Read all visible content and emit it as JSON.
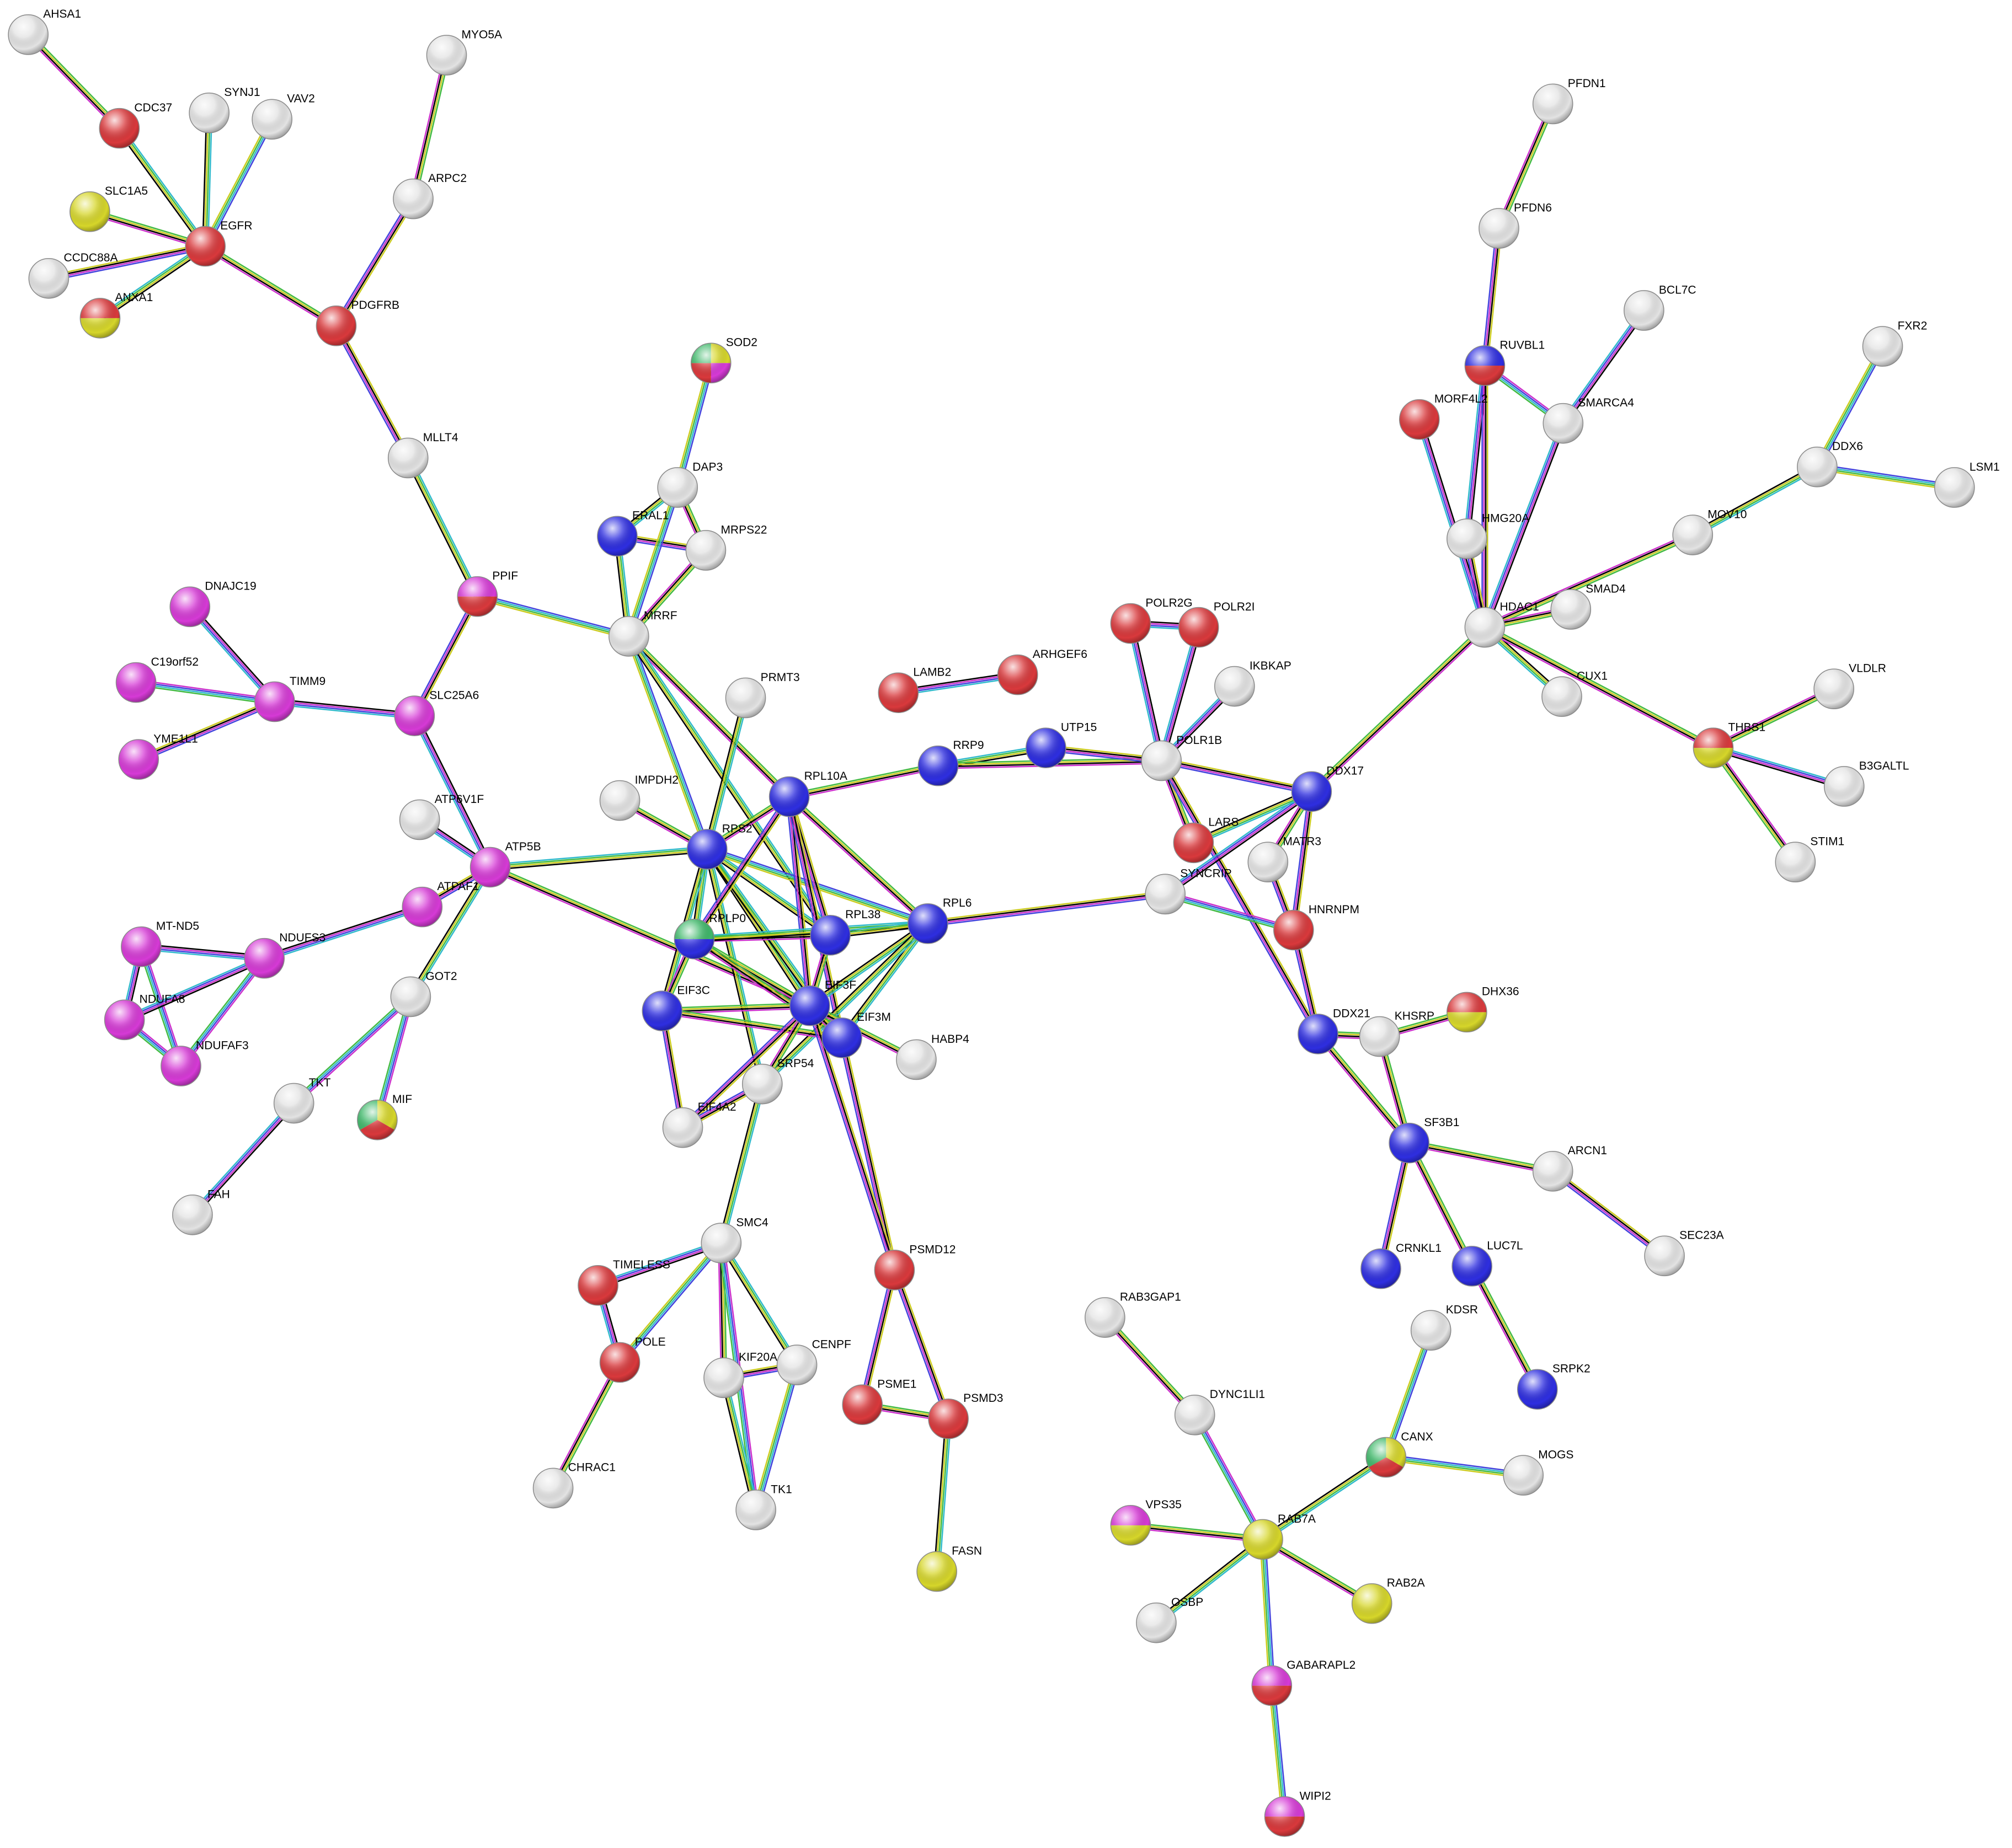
{
  "colors": {
    "red": "#d9393c",
    "blue": "#2e2ee0",
    "magenta": "#d63ad6",
    "yellow": "#d6d62a",
    "green": "#3fb86a",
    "white": "#e3e3e3"
  },
  "edge_colors": [
    "#000000",
    "#cc33cc",
    "#4444dd",
    "#33bbcc",
    "#44bb44",
    "#cccc22"
  ],
  "nodes": [
    {
      "id": "AHSA1",
      "label": "AHSA1",
      "colors": [
        "white"
      ]
    },
    {
      "id": "CDC37",
      "label": "CDC37",
      "colors": [
        "red"
      ]
    },
    {
      "id": "SYNJ1",
      "label": "SYNJ1",
      "colors": [
        "white"
      ]
    },
    {
      "id": "VAV2",
      "label": "VAV2",
      "colors": [
        "white"
      ]
    },
    {
      "id": "MYO5A",
      "label": "MYO5A",
      "colors": [
        "white"
      ]
    },
    {
      "id": "SLC1A5",
      "label": "SLC1A5",
      "colors": [
        "yellow"
      ]
    },
    {
      "id": "EGFR",
      "label": "EGFR",
      "colors": [
        "red"
      ]
    },
    {
      "id": "CCDC88A",
      "label": "CCDC88A",
      "colors": [
        "white"
      ]
    },
    {
      "id": "ANXA1",
      "label": "ANXA1",
      "colors": [
        "yellow",
        "red"
      ]
    },
    {
      "id": "ARPC2",
      "label": "ARPC2",
      "colors": [
        "white"
      ]
    },
    {
      "id": "PDGFRB",
      "label": "PDGFRB",
      "colors": [
        "red"
      ]
    },
    {
      "id": "MLLT4",
      "label": "MLLT4",
      "colors": [
        "white"
      ]
    },
    {
      "id": "SOD2",
      "label": "SOD2",
      "colors": [
        "yellow",
        "magenta",
        "red",
        "green"
      ]
    },
    {
      "id": "DAP3",
      "label": "DAP3",
      "colors": [
        "white"
      ]
    },
    {
      "id": "ERAL1",
      "label": "ERAL1",
      "colors": [
        "blue"
      ]
    },
    {
      "id": "MRPS22",
      "label": "MRPS22",
      "colors": [
        "white"
      ]
    },
    {
      "id": "PPIF",
      "label": "PPIF",
      "colors": [
        "red",
        "magenta"
      ]
    },
    {
      "id": "MRRF",
      "label": "MRRF",
      "colors": [
        "white"
      ]
    },
    {
      "id": "DNAJC19",
      "label": "DNAJC19",
      "colors": [
        "magenta"
      ]
    },
    {
      "id": "C19orf52",
      "label": "C19orf52",
      "colors": [
        "magenta"
      ]
    },
    {
      "id": "TIMM9",
      "label": "TIMM9",
      "colors": [
        "magenta"
      ]
    },
    {
      "id": "SLC25A6",
      "label": "SLC25A6",
      "colors": [
        "magenta"
      ]
    },
    {
      "id": "YME1L1",
      "label": "YME1L1",
      "colors": [
        "magenta"
      ]
    },
    {
      "id": "PRMT3",
      "label": "PRMT3",
      "colors": [
        "white"
      ]
    },
    {
      "id": "LAMB2",
      "label": "LAMB2",
      "colors": [
        "red"
      ]
    },
    {
      "id": "ARHGEF6",
      "label": "ARHGEF6",
      "colors": [
        "red"
      ]
    },
    {
      "id": "POLR2G",
      "label": "POLR2G",
      "colors": [
        "red"
      ]
    },
    {
      "id": "POLR2I",
      "label": "POLR2I",
      "colors": [
        "red"
      ]
    },
    {
      "id": "IKBKAP",
      "label": "IKBKAP",
      "colors": [
        "white"
      ]
    },
    {
      "id": "UTP15",
      "label": "UTP15",
      "colors": [
        "blue"
      ]
    },
    {
      "id": "RRP9",
      "label": "RRP9",
      "colors": [
        "blue"
      ]
    },
    {
      "id": "POLR1B",
      "label": "POLR1B",
      "colors": [
        "white"
      ]
    },
    {
      "id": "IMPDH2",
      "label": "IMPDH2",
      "colors": [
        "white"
      ]
    },
    {
      "id": "RPL10A",
      "label": "RPL10A",
      "colors": [
        "blue"
      ]
    },
    {
      "id": "ATP6V1F",
      "label": "ATP6V1F",
      "colors": [
        "white"
      ]
    },
    {
      "id": "RPS2",
      "label": "RPS2",
      "colors": [
        "blue"
      ]
    },
    {
      "id": "ATP5B",
      "label": "ATP5B",
      "colors": [
        "magenta"
      ]
    },
    {
      "id": "ATPAF1",
      "label": "ATPAF1",
      "colors": [
        "magenta"
      ]
    },
    {
      "id": "MT-ND5",
      "label": "MT-ND5",
      "colors": [
        "magenta"
      ]
    },
    {
      "id": "NDUFS3",
      "label": "NDUFS3",
      "colors": [
        "magenta"
      ]
    },
    {
      "id": "NDUFA8",
      "label": "NDUFA8",
      "colors": [
        "magenta"
      ]
    },
    {
      "id": "NDUFAF3",
      "label": "NDUFAF3",
      "colors": [
        "magenta"
      ]
    },
    {
      "id": "RPLP0",
      "label": "RPLP0",
      "colors": [
        "blue",
        "green"
      ]
    },
    {
      "id": "RPL38",
      "label": "RPL38",
      "colors": [
        "blue"
      ]
    },
    {
      "id": "RPL6",
      "label": "RPL6",
      "colors": [
        "blue"
      ]
    },
    {
      "id": "EIF3C",
      "label": "EIF3C",
      "colors": [
        "blue"
      ]
    },
    {
      "id": "EIF3F",
      "label": "EIF3F",
      "colors": [
        "blue"
      ]
    },
    {
      "id": "EIF3M",
      "label": "EIF3M",
      "colors": [
        "blue"
      ]
    },
    {
      "id": "HABP4",
      "label": "HABP4",
      "colors": [
        "white"
      ]
    },
    {
      "id": "GOT2",
      "label": "GOT2",
      "colors": [
        "white"
      ]
    },
    {
      "id": "SRP54",
      "label": "SRP54",
      "colors": [
        "white"
      ]
    },
    {
      "id": "EIF4A2",
      "label": "EIF4A2",
      "colors": [
        "white"
      ]
    },
    {
      "id": "TKT",
      "label": "TKT",
      "colors": [
        "white"
      ]
    },
    {
      "id": "MIF",
      "label": "MIF",
      "colors": [
        "yellow",
        "red",
        "green"
      ]
    },
    {
      "id": "FAH",
      "label": "FAH",
      "colors": [
        "white"
      ]
    },
    {
      "id": "SMC4",
      "label": "SMC4",
      "colors": [
        "white"
      ]
    },
    {
      "id": "TIMELESS",
      "label": "TIMELESS",
      "colors": [
        "red"
      ]
    },
    {
      "id": "PSMD12",
      "label": "PSMD12",
      "colors": [
        "red"
      ]
    },
    {
      "id": "POLE",
      "label": "POLE",
      "colors": [
        "red"
      ]
    },
    {
      "id": "KIF20A",
      "label": "KIF20A",
      "colors": [
        "white"
      ]
    },
    {
      "id": "CENPF",
      "label": "CENPF",
      "colors": [
        "white"
      ]
    },
    {
      "id": "PSME1",
      "label": "PSME1",
      "colors": [
        "red"
      ]
    },
    {
      "id": "PSMD3",
      "label": "PSMD3",
      "colors": [
        "red"
      ]
    },
    {
      "id": "CHRAC1",
      "label": "CHRAC1",
      "colors": [
        "white"
      ]
    },
    {
      "id": "TK1",
      "label": "TK1",
      "colors": [
        "white"
      ]
    },
    {
      "id": "FASN",
      "label": "FASN",
      "colors": [
        "yellow"
      ]
    },
    {
      "id": "PFDN1",
      "label": "PFDN1",
      "colors": [
        "white"
      ]
    },
    {
      "id": "PFDN6",
      "label": "PFDN6",
      "colors": [
        "white"
      ]
    },
    {
      "id": "BCL7C",
      "label": "BCL7C",
      "colors": [
        "white"
      ]
    },
    {
      "id": "RUVBL1",
      "label": "RUVBL1",
      "colors": [
        "red",
        "blue"
      ]
    },
    {
      "id": "MORF4L2",
      "label": "MORF4L2",
      "colors": [
        "red"
      ]
    },
    {
      "id": "SMARCA4",
      "label": "SMARCA4",
      "colors": [
        "white"
      ]
    },
    {
      "id": "FXR2",
      "label": "FXR2",
      "colors": [
        "white"
      ]
    },
    {
      "id": "DDX6",
      "label": "DDX6",
      "colors": [
        "white"
      ]
    },
    {
      "id": "LSM1",
      "label": "LSM1",
      "colors": [
        "white"
      ]
    },
    {
      "id": "MOV10",
      "label": "MOV10",
      "colors": [
        "white"
      ]
    },
    {
      "id": "HMG20A",
      "label": "HMG20A",
      "colors": [
        "white"
      ]
    },
    {
      "id": "HDAC1",
      "label": "HDAC1",
      "colors": [
        "white"
      ]
    },
    {
      "id": "SMAD4",
      "label": "SMAD4",
      "colors": [
        "white"
      ]
    },
    {
      "id": "CUX1",
      "label": "CUX1",
      "colors": [
        "white"
      ]
    },
    {
      "id": "VLDLR",
      "label": "VLDLR",
      "colors": [
        "white"
      ]
    },
    {
      "id": "THBS1",
      "label": "THBS1",
      "colors": [
        "yellow",
        "red"
      ]
    },
    {
      "id": "B3GALTL",
      "label": "B3GALTL",
      "colors": [
        "white"
      ]
    },
    {
      "id": "STIM1",
      "label": "STIM1",
      "colors": [
        "white"
      ]
    },
    {
      "id": "DDX17",
      "label": "DDX17",
      "colors": [
        "blue"
      ]
    },
    {
      "id": "LARS",
      "label": "LARS",
      "colors": [
        "red"
      ]
    },
    {
      "id": "MATR3",
      "label": "MATR3",
      "colors": [
        "white"
      ]
    },
    {
      "id": "SYNCRIP",
      "label": "SYNCRIP",
      "colors": [
        "white"
      ]
    },
    {
      "id": "HNRNPM",
      "label": "HNRNPM",
      "colors": [
        "red"
      ]
    },
    {
      "id": "DDX21",
      "label": "DDX21",
      "colors": [
        "blue"
      ]
    },
    {
      "id": "KHSRP",
      "label": "KHSRP",
      "colors": [
        "white"
      ]
    },
    {
      "id": "DHX36",
      "label": "DHX36",
      "colors": [
        "yellow",
        "red"
      ]
    },
    {
      "id": "SF3B1",
      "label": "SF3B1",
      "colors": [
        "blue"
      ]
    },
    {
      "id": "ARCN1",
      "label": "ARCN1",
      "colors": [
        "white"
      ]
    },
    {
      "id": "SEC23A",
      "label": "SEC23A",
      "colors": [
        "white"
      ]
    },
    {
      "id": "CRNKL1",
      "label": "CRNKL1",
      "colors": [
        "blue"
      ]
    },
    {
      "id": "LUC7L",
      "label": "LUC7L",
      "colors": [
        "blue"
      ]
    },
    {
      "id": "SRPK2",
      "label": "SRPK2",
      "colors": [
        "blue"
      ]
    },
    {
      "id": "RAB3GAP1",
      "label": "RAB3GAP1",
      "colors": [
        "white"
      ]
    },
    {
      "id": "KDSR",
      "label": "KDSR",
      "colors": [
        "white"
      ]
    },
    {
      "id": "DYNC1LI1",
      "label": "DYNC1LI1",
      "colors": [
        "white"
      ]
    },
    {
      "id": "CANX",
      "label": "CANX",
      "colors": [
        "yellow",
        "red",
        "green"
      ]
    },
    {
      "id": "MOGS",
      "label": "MOGS",
      "colors": [
        "white"
      ]
    },
    {
      "id": "VPS35",
      "label": "VPS35",
      "colors": [
        "yellow",
        "magenta"
      ]
    },
    {
      "id": "RAB7A",
      "label": "RAB7A",
      "colors": [
        "yellow"
      ]
    },
    {
      "id": "RAB2A",
      "label": "RAB2A",
      "colors": [
        "yellow"
      ]
    },
    {
      "id": "OSBP",
      "label": "OSBP",
      "colors": [
        "white"
      ]
    },
    {
      "id": "GABARAPL2",
      "label": "GABARAPL2",
      "colors": [
        "red",
        "magenta"
      ]
    },
    {
      "id": "WIPI2",
      "label": "WIPI2",
      "colors": [
        "red",
        "magenta"
      ]
    }
  ],
  "edges": [
    [
      "AHSA1",
      "CDC37"
    ],
    [
      "CDC37",
      "EGFR"
    ],
    [
      "SYNJ1",
      "EGFR"
    ],
    [
      "VAV2",
      "EGFR"
    ],
    [
      "SLC1A5",
      "EGFR"
    ],
    [
      "CCDC88A",
      "EGFR"
    ],
    [
      "ANXA1",
      "EGFR"
    ],
    [
      "EGFR",
      "PDGFRB"
    ],
    [
      "MYO5A",
      "ARPC2"
    ],
    [
      "ARPC2",
      "PDGFRB"
    ],
    [
      "PDGFRB",
      "MLLT4"
    ],
    [
      "MLLT4",
      "PPIF"
    ],
    [
      "SOD2",
      "DAP3"
    ],
    [
      "DAP3",
      "ERAL1"
    ],
    [
      "DAP3",
      "MRPS22"
    ],
    [
      "ERAL1",
      "MRPS22"
    ],
    [
      "DAP3",
      "MRRF"
    ],
    [
      "ERAL1",
      "MRRF"
    ],
    [
      "MRPS22",
      "MRRF"
    ],
    [
      "PPIF",
      "MRRF"
    ],
    [
      "PPIF",
      "SLC25A6"
    ],
    [
      "DNAJC19",
      "TIMM9"
    ],
    [
      "C19orf52",
      "TIMM9"
    ],
    [
      "YME1L1",
      "TIMM9"
    ],
    [
      "TIMM9",
      "SLC25A6"
    ],
    [
      "SLC25A6",
      "ATP5B"
    ],
    [
      "ATP6V1F",
      "ATP5B"
    ],
    [
      "ATPAF1",
      "ATP5B"
    ],
    [
      "ATP5B",
      "GOT2"
    ],
    [
      "ATP5B",
      "RPS2"
    ],
    [
      "ATP5B",
      "EIF3F"
    ],
    [
      "MRRF",
      "RPS2"
    ],
    [
      "MRRF",
      "RPL10A"
    ],
    [
      "MRRF",
      "RPL38"
    ],
    [
      "PRMT3",
      "RPS2"
    ],
    [
      "IMPDH2",
      "RPS2"
    ],
    [
      "RPS2",
      "RPL10A"
    ],
    [
      "RPS2",
      "RPLP0"
    ],
    [
      "RPS2",
      "RPL38"
    ],
    [
      "RPS2",
      "RPL6"
    ],
    [
      "RPS2",
      "EIF3C"
    ],
    [
      "RPS2",
      "EIF3F"
    ],
    [
      "RPS2",
      "EIF3M"
    ],
    [
      "RPS2",
      "SRP54"
    ],
    [
      "RPL10A",
      "RPLP0"
    ],
    [
      "RPL10A",
      "RPL38"
    ],
    [
      "RPL10A",
      "RPL6"
    ],
    [
      "RPL10A",
      "EIF3F"
    ],
    [
      "RPL10A",
      "EIF3M"
    ],
    [
      "RPL10A",
      "RRP9"
    ],
    [
      "RPLP0",
      "RPL38"
    ],
    [
      "RPLP0",
      "RPL6"
    ],
    [
      "RPLP0",
      "EIF3C"
    ],
    [
      "RPLP0",
      "EIF3F"
    ],
    [
      "RPLP0",
      "EIF3M"
    ],
    [
      "RPL38",
      "RPL6"
    ],
    [
      "RPL38",
      "EIF3F"
    ],
    [
      "RPL6",
      "EIF3F"
    ],
    [
      "RPL6",
      "EIF3M"
    ],
    [
      "RPL6",
      "SRP54"
    ],
    [
      "RPL6",
      "SYNCRIP"
    ],
    [
      "EIF3C",
      "EIF3F"
    ],
    [
      "EIF3C",
      "EIF3M"
    ],
    [
      "EIF3C",
      "EIF4A2"
    ],
    [
      "EIF3F",
      "EIF3M"
    ],
    [
      "EIF3F",
      "EIF4A2"
    ],
    [
      "EIF3F",
      "SRP54"
    ],
    [
      "EIF3M",
      "PSMD12"
    ],
    [
      "EIF3F",
      "PSMD12"
    ],
    [
      "EIF3F",
      "HABP4"
    ],
    [
      "SRP54",
      "SMC4"
    ],
    [
      "SRP54",
      "EIF4A2"
    ],
    [
      "MT-ND5",
      "NDUFS3"
    ],
    [
      "MT-ND5",
      "NDUFA8"
    ],
    [
      "MT-ND5",
      "NDUFAF3"
    ],
    [
      "NDUFS3",
      "NDUFA8"
    ],
    [
      "NDUFS3",
      "NDUFAF3"
    ],
    [
      "NDUFA8",
      "NDUFAF3"
    ],
    [
      "NDUFS3",
      "ATPAF1"
    ],
    [
      "GOT2",
      "TKT"
    ],
    [
      "GOT2",
      "MIF"
    ],
    [
      "TKT",
      "FAH"
    ],
    [
      "SMC4",
      "TIMELESS"
    ],
    [
      "SMC4",
      "POLE"
    ],
    [
      "SMC4",
      "KIF20A"
    ],
    [
      "SMC4",
      "CENPF"
    ],
    [
      "SMC4",
      "TK1"
    ],
    [
      "KIF20A",
      "CENPF"
    ],
    [
      "KIF20A",
      "TK1"
    ],
    [
      "CENPF",
      "TK1"
    ],
    [
      "TIMELESS",
      "POLE"
    ],
    [
      "POLE",
      "CHRAC1"
    ],
    [
      "PSMD12",
      "PSME1"
    ],
    [
      "PSMD12",
      "PSMD3"
    ],
    [
      "PSME1",
      "PSMD3"
    ],
    [
      "PSMD3",
      "FASN"
    ],
    [
      "LAMB2",
      "ARHGEF6"
    ],
    [
      "RRP9",
      "UTP15"
    ],
    [
      "RRP9",
      "POLR1B"
    ],
    [
      "UTP15",
      "POLR1B"
    ],
    [
      "POLR2G",
      "POLR2I"
    ],
    [
      "POLR2G",
      "POLR1B"
    ],
    [
      "POLR2I",
      "POLR1B"
    ],
    [
      "IKBKAP",
      "POLR1B"
    ],
    [
      "POLR1B",
      "DDX17"
    ],
    [
      "POLR1B",
      "LARS"
    ],
    [
      "POLR1B",
      "DDX21"
    ],
    [
      "DDX17",
      "SYNCRIP"
    ],
    [
      "DDX17",
      "MATR3"
    ],
    [
      "DDX17",
      "HNRNPM"
    ],
    [
      "DDX17",
      "HDAC1"
    ],
    [
      "DDX17",
      "LARS"
    ],
    [
      "SYNCRIP",
      "HNRNPM"
    ],
    [
      "MATR3",
      "HNRNPM"
    ],
    [
      "HNRNPM",
      "DDX21"
    ],
    [
      "DDX21",
      "KHSRP"
    ],
    [
      "DDX21",
      "SF3B1"
    ],
    [
      "KHSRP",
      "DHX36"
    ],
    [
      "KHSRP",
      "SF3B1"
    ],
    [
      "SF3B1",
      "ARCN1"
    ],
    [
      "SF3B1",
      "CRNKL1"
    ],
    [
      "SF3B1",
      "LUC7L"
    ],
    [
      "ARCN1",
      "SEC23A"
    ],
    [
      "LUC7L",
      "SRPK2"
    ],
    [
      "PFDN1",
      "PFDN6"
    ],
    [
      "PFDN6",
      "RUVBL1"
    ],
    [
      "BCL7C",
      "SMARCA4"
    ],
    [
      "RUVBL1",
      "SMARCA4"
    ],
    [
      "RUVBL1",
      "HMG20A"
    ],
    [
      "RUVBL1",
      "HDAC1"
    ],
    [
      "MORF4L2",
      "HDAC1"
    ],
    [
      "SMARCA4",
      "HDAC1"
    ],
    [
      "HMG20A",
      "HDAC1"
    ],
    [
      "FXR2",
      "DDX6"
    ],
    [
      "DDX6",
      "LSM1"
    ],
    [
      "DDX6",
      "MOV10"
    ],
    [
      "MOV10",
      "HDAC1"
    ],
    [
      "SMAD4",
      "HDAC1"
    ],
    [
      "CUX1",
      "HDAC1"
    ],
    [
      "HDAC1",
      "THBS1"
    ],
    [
      "VLDLR",
      "THBS1"
    ],
    [
      "B3GALTL",
      "THBS1"
    ],
    [
      "STIM1",
      "THBS1"
    ],
    [
      "RAB3GAP1",
      "DYNC1LI1"
    ],
    [
      "DYNC1LI1",
      "RAB7A"
    ],
    [
      "KDSR",
      "CANX"
    ],
    [
      "CANX",
      "MOGS"
    ],
    [
      "CANX",
      "RAB7A"
    ],
    [
      "VPS35",
      "RAB7A"
    ],
    [
      "RAB7A",
      "RAB2A"
    ],
    [
      "RAB7A",
      "OSBP"
    ],
    [
      "RAB7A",
      "GABARAPL2"
    ],
    [
      "GABARAPL2",
      "WIPI2"
    ]
  ]
}
